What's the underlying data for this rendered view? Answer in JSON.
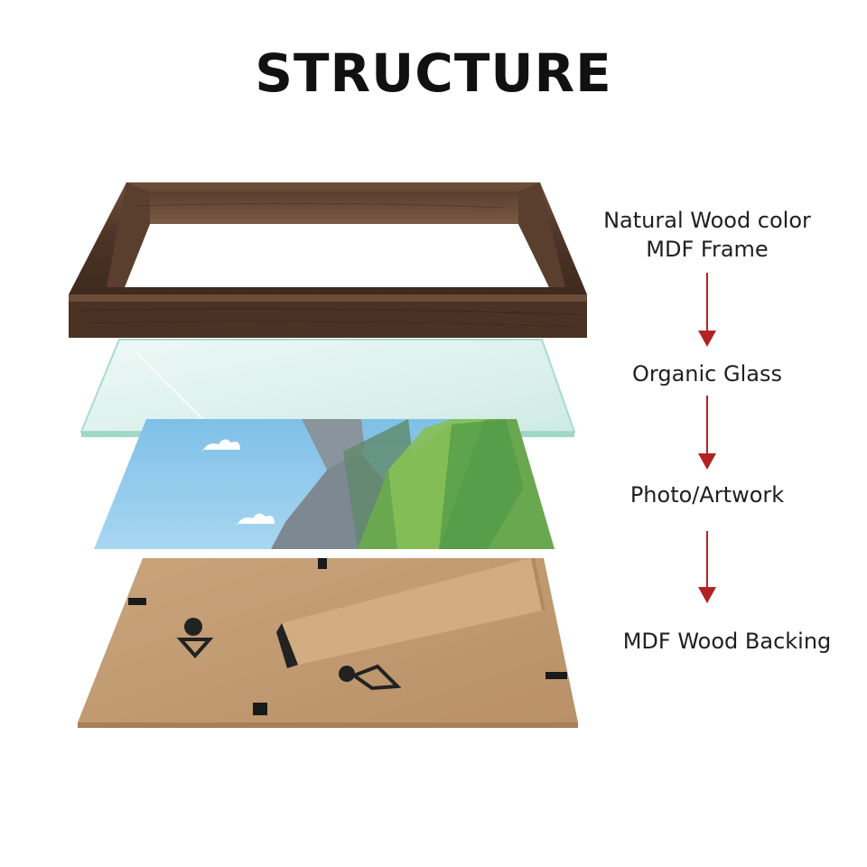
{
  "title": "STRUCTURE",
  "layers": [
    {
      "id": "frame",
      "lines": [
        "Natural Wood color",
        "MDF Frame"
      ],
      "icon": "wood-frame"
    },
    {
      "id": "glass",
      "lines": [
        "Organic Glass"
      ],
      "icon": "glass-pane"
    },
    {
      "id": "photo",
      "lines": [
        "Photo/Artwork"
      ],
      "icon": "landscape-artwork"
    },
    {
      "id": "backing",
      "lines": [
        "MDF Wood Backing"
      ],
      "icon": "mdf-backboard"
    }
  ],
  "colors": {
    "wood_dark": "#4a3325",
    "wood_mid": "#6a4a38",
    "glass": "#dff2ee",
    "glass_edge": "#9fd7c8",
    "sky": "#8cc8ec",
    "mountain": "#7c8790",
    "grass": "#6aa84f",
    "mdf": "#c6a178",
    "arrow": "#b22222"
  }
}
